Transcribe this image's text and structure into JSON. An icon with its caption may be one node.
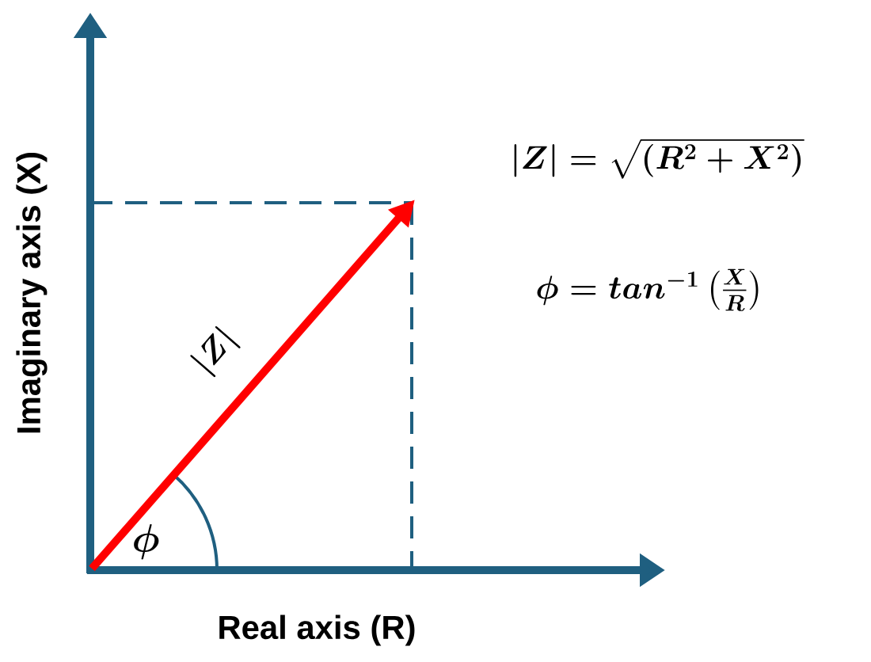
{
  "diagram": {
    "labels": [
      "|Z| = \\sqrt{(R^2 + X^2)}",
      "\\phi = tan^{-1}\\left(\\frac{X}{R}\\right)",
      "|Z|",
      "\\phi",
      "Imaginary axis (X)",
      "Real axis (R)"
    ]
  }
}
